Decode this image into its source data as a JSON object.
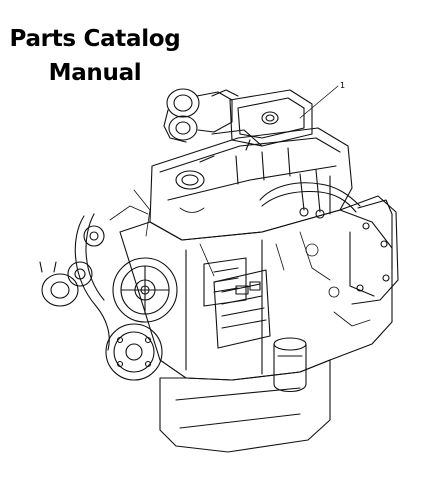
{
  "title": {
    "line1": "Parts Catalog",
    "line2": "Manual"
  },
  "illustration": {
    "subject": "engine-assembly",
    "callout_number": "1"
  },
  "colors": {
    "ink": "#000000",
    "background": "#ffffff"
  }
}
